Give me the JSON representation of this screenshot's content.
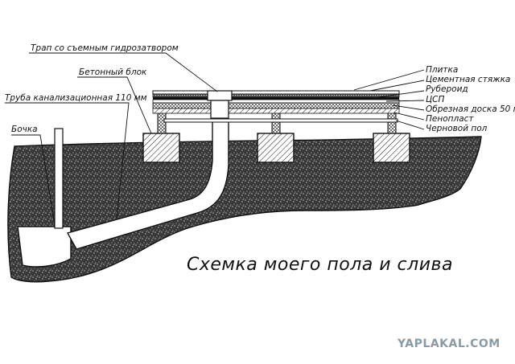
{
  "diagram": {
    "title": "Схемка моего пола и слива",
    "watermark": "YAPLAKAL.COM",
    "labels": {
      "trap": "Трап со съемным гидрозатвором",
      "block": "Бетонный блок",
      "pipe": "Труба канализационная 110 мм",
      "barrel": "Бочка",
      "tile": "Плитка",
      "screed": "Цементная стяжка",
      "ruberoid": "Рубероид",
      "tsp": "ЦСП",
      "board": "Обрезная доска 50 мм",
      "foam": "Пенопласт",
      "subfloor": "Черновой пол"
    },
    "colors": {
      "ink": "#111111",
      "ground_fill": "#3a3a3a",
      "watermark": "#8a9aa6"
    }
  }
}
